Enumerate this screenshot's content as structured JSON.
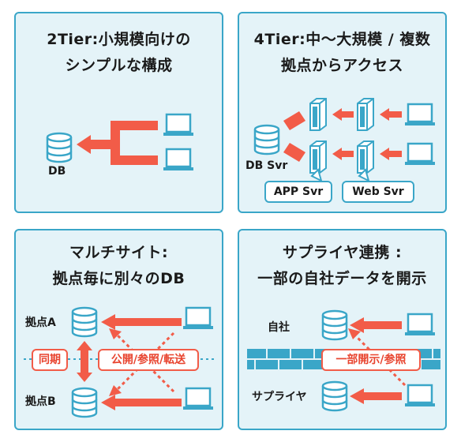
{
  "panels": {
    "p1": {
      "title_line1": "2Tier:小規模向けの",
      "title_line2": "シンプルな構成",
      "db_label": "DB"
    },
    "p2": {
      "title_line1": "4Tier:中〜大規模 / 複数",
      "title_line2": "拠点からアクセス",
      "db_label": "DB Svr",
      "app_label": "APP Svr",
      "web_label": "Web Svr"
    },
    "p3": {
      "title_line1": "マルチサイト:",
      "title_line2": "拠点毎に別々のDB",
      "site_a": "拠点A",
      "site_b": "拠点B",
      "sync": "同期",
      "share": "公開/参照/転送"
    },
    "p4": {
      "title_line1": "サプライヤ連携 :",
      "title_line2": "一部の自社データを開示",
      "own": "自社",
      "supplier": "サプライヤ",
      "share": "一部開示/参照"
    }
  },
  "colors": {
    "panel_bg": "#e4f3f8",
    "border": "#3aa6c8",
    "accent_red": "#f25c48"
  },
  "icons": [
    "database-icon",
    "laptop-icon",
    "server-icon",
    "firewall-icon"
  ]
}
